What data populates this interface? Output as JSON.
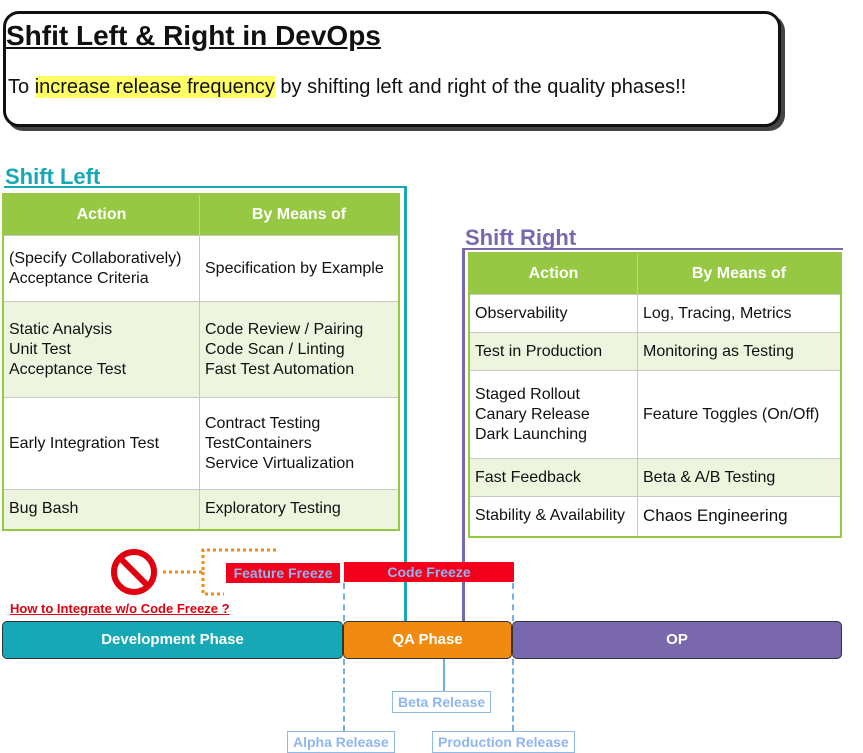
{
  "header": {
    "title": "Shfit Left & Right in DevOps",
    "subtitle_prefix": "To ",
    "subtitle_highlight": "increase release frequency",
    "subtitle_suffix": " by shifting left and right of the quality phases!!"
  },
  "shift_left": {
    "title": "Shift Left",
    "columns": [
      "Action",
      "By Means of"
    ],
    "rows": [
      {
        "action": [
          "(Specify Collaboratively)",
          "Acceptance Criteria"
        ],
        "means": [
          "Specification by Example"
        ]
      },
      {
        "action": [
          "Static Analysis",
          "Unit Test",
          "Acceptance Test"
        ],
        "means": [
          "Code Review / Pairing",
          "Code Scan / Linting",
          "Fast Test Automation"
        ]
      },
      {
        "action": [
          "Early Integration Test"
        ],
        "means": [
          "Contract Testing",
          "TestContainers",
          "Service Virtualization"
        ]
      },
      {
        "action": [
          "Bug Bash"
        ],
        "means": [
          "Exploratory Testing"
        ]
      }
    ]
  },
  "shift_right": {
    "title": "Shift Right",
    "columns": [
      "Action",
      "By Means of"
    ],
    "rows": [
      {
        "action": [
          "Observability"
        ],
        "means": [
          "Log, Tracing, Metrics"
        ]
      },
      {
        "action": [
          "Test in Production"
        ],
        "means": [
          "Monitoring as Testing"
        ]
      },
      {
        "action": [
          "Staged Rollout",
          "Canary Release",
          "Dark Launching"
        ],
        "means": [
          "Feature Toggles (On/Off)"
        ]
      },
      {
        "action": [
          "Fast Feedback"
        ],
        "means": [
          "Beta & A/B Testing"
        ]
      },
      {
        "action": [
          "Stability & Availability"
        ],
        "means": [
          "Chaos Engineering"
        ]
      }
    ]
  },
  "timeline": {
    "phases": {
      "dev": "Development Phase",
      "qa": "QA Phase",
      "op": "OP"
    },
    "feature_freeze": "Feature Freeze",
    "code_freeze": "Code Freeze",
    "releases": {
      "beta": "Beta Release",
      "alpha": "Alpha Release",
      "production": "Production Release"
    },
    "integrate_question": "How to Integrate w/o Code Freeze ?"
  },
  "colors": {
    "teal": "#17a8b5",
    "orange": "#f08a10",
    "purple": "#7a68ad",
    "table_header": "#97c843",
    "freeze_red": "#f2001c",
    "highlight": "#ffff66"
  },
  "icons": [
    "no-entry-icon"
  ]
}
